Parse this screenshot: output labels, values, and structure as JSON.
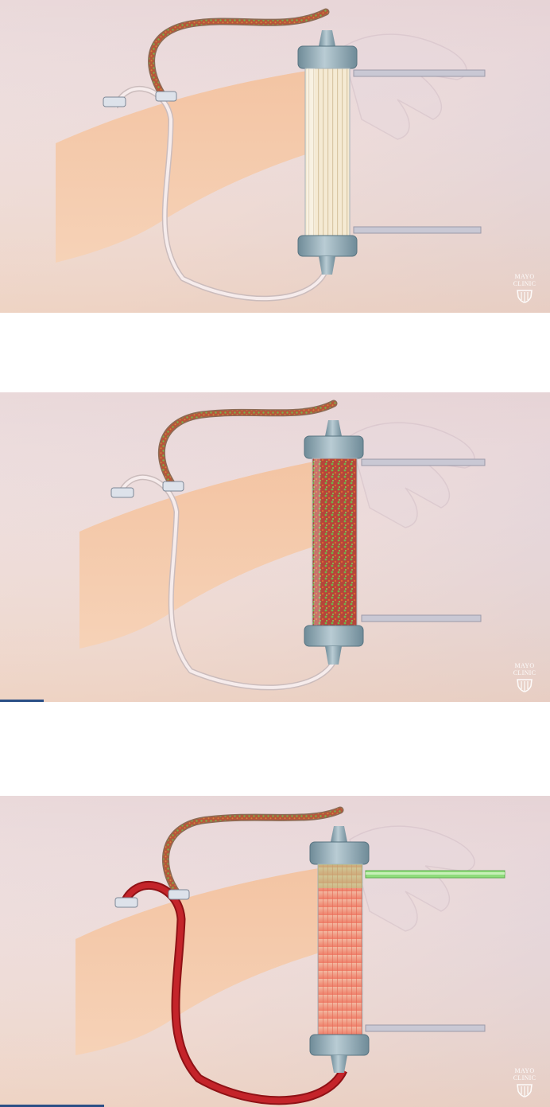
{
  "frames": [
    {
      "name": "dialyzer-before",
      "fibers": "clean"
    },
    {
      "name": "dialyzer-filling",
      "fibers": "speckled"
    },
    {
      "name": "dialyzer-filtering",
      "fibers": "red",
      "return_line": "red",
      "dialysate_out": "green"
    }
  ],
  "logo": {
    "line1": "MAYO",
    "line2": "CLINIC"
  },
  "progress": [
    0,
    0.08,
    0.19
  ],
  "colors": {
    "background_top": "#e3d6df",
    "background_bottom": "#f0d2bd",
    "skin": "#f3c6a5",
    "blood_red": "#b81c1f",
    "dialysate_green": "#7bd16c",
    "cap_blue": "#8ca7b3",
    "fiber_cream": "#f2e6cc",
    "progress_blue": "#2a4f86"
  }
}
